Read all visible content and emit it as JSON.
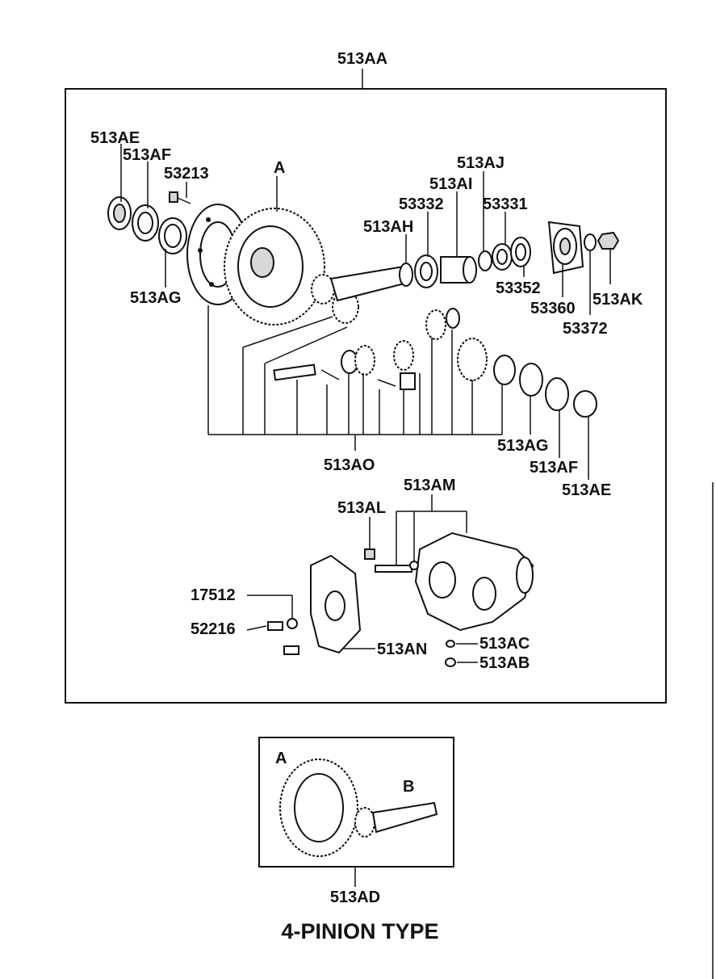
{
  "labels": {
    "assembly": "513AA",
    "l_513AE_top": "513AE",
    "l_513AF_top": "513AF",
    "l_53213": "53213",
    "l_A_top": "A",
    "l_513AG_left": "513AG",
    "l_513AJ": "513AJ",
    "l_513AI": "513AI",
    "l_53332": "53332",
    "l_53331": "53331",
    "l_513AH": "513AH",
    "l_53352": "53352",
    "l_53360": "53360",
    "l_513AK": "513AK",
    "l_53372": "53372",
    "l_513AO": "513AO",
    "l_513AG_right": "513AG",
    "l_513AF_right": "513AF",
    "l_513AE_right": "513AE",
    "l_513AM": "513AM",
    "l_513AL": "513AL",
    "l_17512": "17512",
    "l_52216": "52216",
    "l_513AN": "513AN",
    "l_513AC": "513AC",
    "l_513AB": "513AB",
    "l_A_inset": "A",
    "l_B_inset": "B",
    "l_513AD": "513AD"
  },
  "caption": "4-PINION TYPE"
}
